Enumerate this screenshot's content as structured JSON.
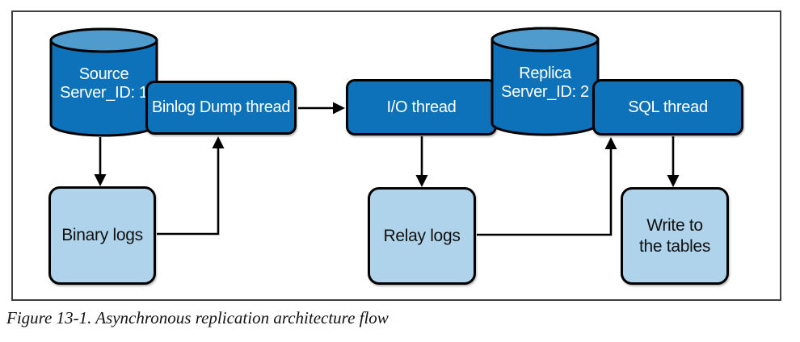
{
  "caption": "Figure 13-1. Asynchronous replication architecture flow",
  "diagram": {
    "nodes": {
      "source_db": {
        "shape": "cylinder",
        "line1": "Source",
        "line2": "Server_ID: 1"
      },
      "binlog_dump_thread": {
        "shape": "rounded-box",
        "label": "Binlog Dump thread"
      },
      "io_thread": {
        "shape": "rounded-box",
        "label": "I/O thread"
      },
      "replica_db": {
        "shape": "cylinder",
        "line1": "Replica",
        "line2": "Server_ID: 2"
      },
      "sql_thread": {
        "shape": "rounded-box",
        "label": "SQL thread"
      },
      "binary_logs": {
        "shape": "rounded-box",
        "label": "Binary logs"
      },
      "relay_logs": {
        "shape": "rounded-box",
        "label": "Relay logs"
      },
      "write_to_tables": {
        "shape": "rounded-box",
        "line1": "Write to",
        "line2": "the tables"
      }
    },
    "edges": [
      {
        "from": "source_db",
        "to": "binary_logs"
      },
      {
        "from": "binary_logs",
        "to": "binlog_dump_thread"
      },
      {
        "from": "binlog_dump_thread",
        "to": "io_thread"
      },
      {
        "from": "io_thread",
        "to": "relay_logs"
      },
      {
        "from": "relay_logs",
        "to": "sql_thread"
      },
      {
        "from": "sql_thread",
        "to": "write_to_tables"
      }
    ],
    "colors": {
      "primary_blue": "#0d72b9",
      "cylinder_top_blue": "#4f9bce",
      "light_blue": "#aed3ea",
      "outline": "#000000",
      "frame_border": "#3f3f3f",
      "text_on_blue": "#ffffff",
      "text_on_light": "#111111"
    }
  }
}
